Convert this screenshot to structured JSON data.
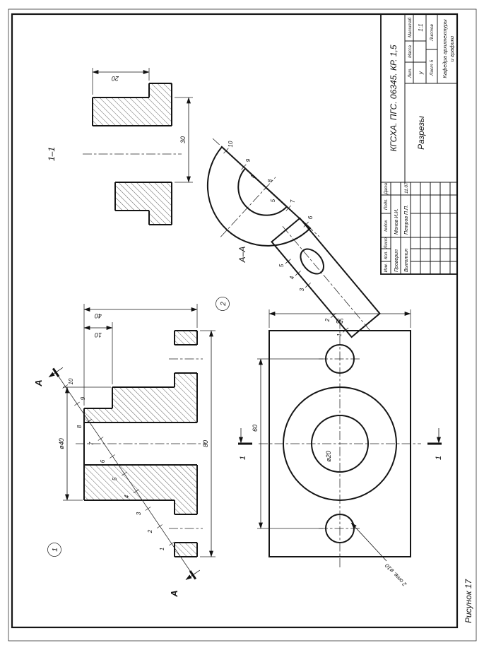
{
  "caption": "Рисунок 17",
  "views": {
    "front": {
      "label": "1",
      "cut_label": "А",
      "dims": {
        "dia_boss": "ø40",
        "height": "40",
        "step": "10",
        "length": "80"
      }
    },
    "plan": {
      "cut_label": "1",
      "dims": {
        "between_holes": "60",
        "width": "50",
        "dia_center": "ø20",
        "holes_note": "2 отв. ø10"
      }
    },
    "section11": {
      "title": "1–1",
      "dims": {
        "depth": "20",
        "width": "30"
      }
    },
    "sectionAA": {
      "title": "А–А",
      "label": "2"
    }
  },
  "points": [
    "1",
    "2",
    "3",
    "4",
    "5",
    "6",
    "7",
    "8",
    "9",
    "10"
  ],
  "title_block": {
    "designation": "КГСХА. ПГС. 06345. КР. 1,5",
    "doc_title": "Разрезы",
    "org_line1": "Кафедра архитектуры",
    "org_line2": "и графики",
    "cols": {
      "izm": "Изм.",
      "kol": "Кол.",
      "list": "Лист",
      "ndok": "№док.",
      "podp": "Подп.",
      "data": "Дата"
    },
    "rows": {
      "checked_role": "Проверил",
      "checked_name": "Монов И.И.",
      "made_role": "Выполнил",
      "made_name": "Петров П.П.",
      "made_date": "11.07"
    },
    "lit_label": "Лит.",
    "lit_value": "у",
    "mass_label": "Масса",
    "scale_label": "Масштаб",
    "scale_value": "1:1",
    "sheet_label": "Лист 5",
    "sheets_label": "Листов"
  }
}
